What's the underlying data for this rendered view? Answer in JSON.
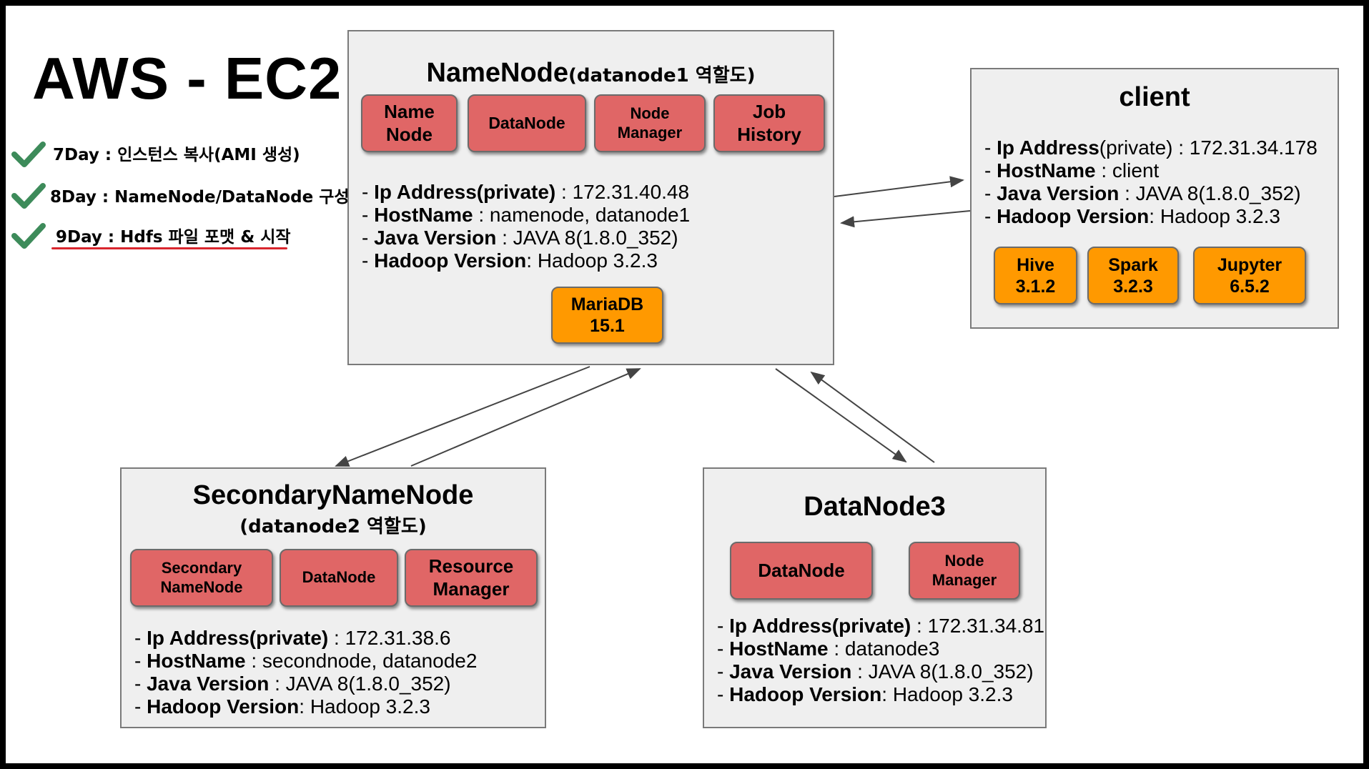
{
  "title": "AWS - EC2",
  "days": [
    {
      "label": "7Day :",
      "text": "인스턴스 복사(AMI 생성)"
    },
    {
      "label": "8Day :",
      "text": "NameNode/DataNode 구성"
    },
    {
      "label": "9Day :",
      "text": "Hdfs 파일 포맷 & 시작"
    }
  ],
  "colors": {
    "component": "#e06666",
    "app": "#ff9900",
    "box": "#efefef",
    "check": "#3d8b5a",
    "underline": "#d9262e"
  },
  "info_labels": {
    "ip": "Ip Address(private)",
    "host": "HostName",
    "java": "Java Version",
    "hadoop": "Hadoop Version"
  },
  "namenode": {
    "title": "NameNode",
    "role": "(datanode1 역할도)",
    "components": [
      "Name Node",
      "DataNode",
      "Node Manager",
      "Job History"
    ],
    "ip": " : 172.31.40.48",
    "host": " : namenode, datanode1",
    "java": " : JAVA 8(1.8.0_352)",
    "hadoop": ": Hadoop 3.2.3",
    "app": "MariaDB 15.1"
  },
  "client": {
    "title": "client",
    "ip_label": "Ip Address",
    "ip_suffix": "(private) : 172.31.34.178",
    "host": " : client",
    "java": " : JAVA 8(1.8.0_352)",
    "hadoop": ": Hadoop 3.2.3",
    "apps": [
      "Hive 3.1.2",
      "Spark 3.2.3",
      "Jupyter 6.5.2"
    ]
  },
  "secondary": {
    "title": "SecondaryNameNode",
    "role": "(datanode2 역할도)",
    "components": [
      "Secondary NameNode",
      "DataNode",
      "Resource Manager"
    ],
    "ip": " : 172.31.38.6",
    "host": " : secondnode, datanode2",
    "java": " : JAVA 8(1.8.0_352)",
    "hadoop": ": Hadoop 3.2.3"
  },
  "datanode3": {
    "title": "DataNode3",
    "components": [
      "DataNode",
      "Node Manager"
    ],
    "ip": " : 172.31.34.81",
    "host": " : datanode3",
    "java": " : JAVA 8(1.8.0_352)",
    "hadoop": ": Hadoop 3.2.3"
  }
}
